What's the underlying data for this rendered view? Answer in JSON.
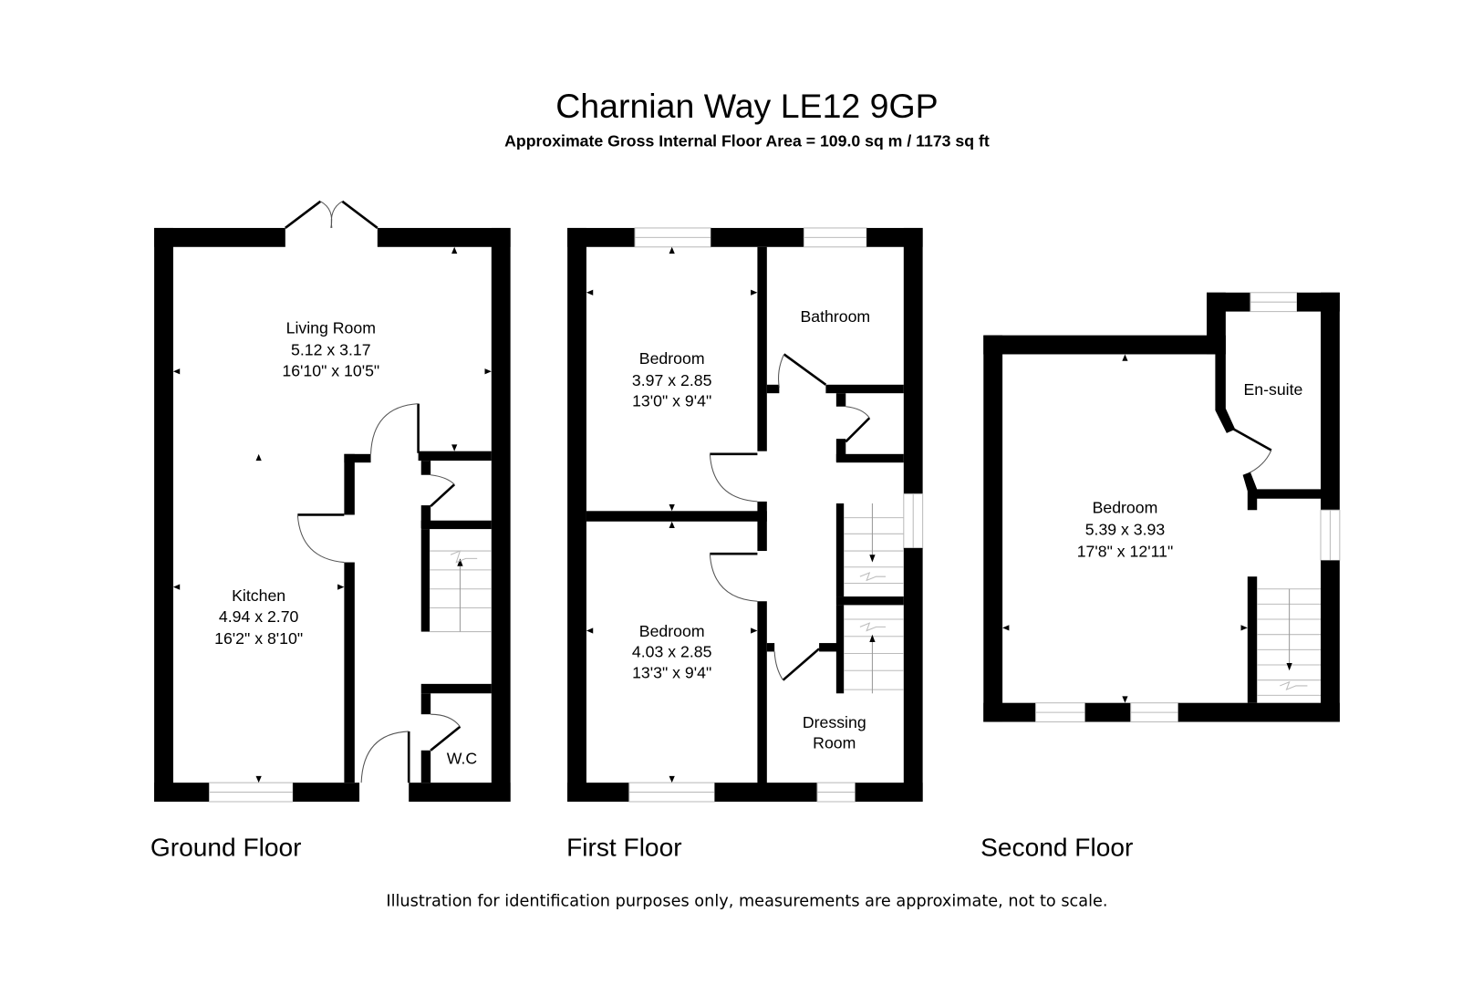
{
  "header": {
    "title": "Charnian Way LE12 9GP",
    "subtitle": "Approximate Gross Internal Floor Area = 109.0 sq m / 1173 sq ft"
  },
  "floors": {
    "ground": {
      "label": "Ground Floor",
      "rooms": {
        "living": {
          "name": "Living Room",
          "metric": "5.12 x 3.17",
          "imperial": "16'10\" x 10'5\""
        },
        "kitchen": {
          "name": "Kitchen",
          "metric": "4.94 x 2.70",
          "imperial": "16'2\" x 8'10\""
        },
        "wc": {
          "name": "W.C"
        }
      }
    },
    "first": {
      "label": "First Floor",
      "rooms": {
        "bedroom1": {
          "name": "Bedroom",
          "metric": "3.97 x 2.85",
          "imperial": "13'0\" x 9'4\""
        },
        "bathroom": {
          "name": "Bathroom"
        },
        "bedroom2": {
          "name": "Bedroom",
          "metric": "4.03 x 2.85",
          "imperial": "13'3\" x 9'4\""
        },
        "dressing": {
          "name_line1": "Dressing",
          "name_line2": "Room"
        }
      }
    },
    "second": {
      "label": "Second Floor",
      "rooms": {
        "bedroom": {
          "name": "Bedroom",
          "metric": "5.39 x 3.93",
          "imperial": "17'8\" x 12'11\""
        },
        "ensuite": {
          "name": "En-suite"
        }
      }
    }
  },
  "footer": {
    "disclaimer": "Illustration for identification purposes only, measurements are approximate, not to scale."
  },
  "colors": {
    "wall": "#000000",
    "background": "#ffffff",
    "window": "#bbbbbb"
  }
}
